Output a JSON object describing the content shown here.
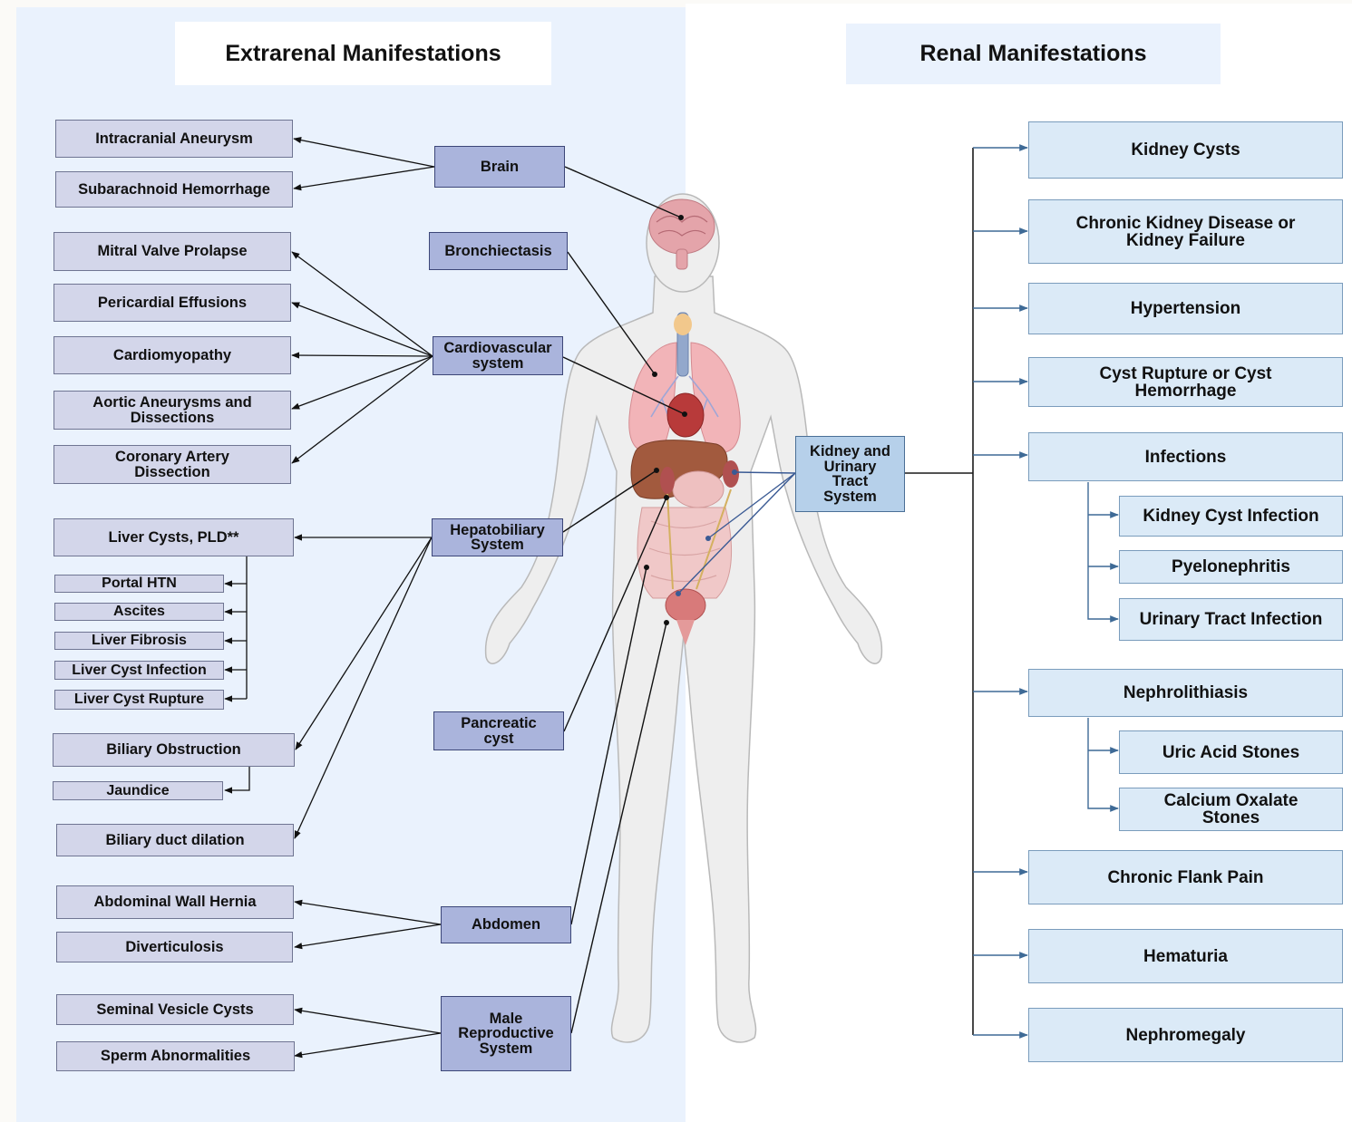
{
  "headers": {
    "extrarenal": "Extrarenal Manifestations",
    "renal": "Renal Manifestations"
  },
  "extrarenal": {
    "categories": {
      "brain": "Brain",
      "bronchiectasis": "Bronchiectasis",
      "cardiovascular": "Cardiovascular system",
      "hepatobiliary": "Hepatobiliary System",
      "pancreatic": "Pancreatic cyst",
      "abdomen": "Abdomen",
      "male_repro": "Male Reproductive System"
    },
    "brain_items": [
      "Intracranial Aneurysm",
      "Subarachnoid Hemorrhage"
    ],
    "cardio_items": [
      "Mitral Valve Prolapse",
      "Pericardial Effusions",
      "Cardiomyopathy",
      "Aortic Aneurysms and Dissections",
      "Coronary Artery Dissection"
    ],
    "liver_main": "Liver Cysts, PLD**",
    "liver_sub": [
      "Portal HTN",
      "Ascites",
      "Liver Fibrosis",
      "Liver Cyst Infection",
      "Liver Cyst Rupture"
    ],
    "biliary": {
      "obstruction": "Biliary Obstruction",
      "jaundice": "Jaundice",
      "dilation": "Biliary duct dilation"
    },
    "abdomen_items": [
      "Abdominal Wall Hernia",
      "Diverticulosis"
    ],
    "repro_items": [
      "Seminal Vesicle Cysts",
      "Sperm Abnormalities"
    ]
  },
  "renal": {
    "kidney_system": "Kidney and Urinary Tract System",
    "items": [
      "Kidney Cysts",
      "Chronic Kidney Disease or Kidney Failure",
      "Hypertension",
      "Cyst Rupture or Cyst Hemorrhage",
      "Infections"
    ],
    "infection_sub": [
      "Kidney Cyst Infection",
      "Pyelonephritis",
      "Urinary Tract Infection"
    ],
    "nephrolithiasis": "Nephrolithiasis",
    "stones_sub": [
      "Uric Acid Stones",
      "Calcium Oxalate Stones"
    ],
    "items_bottom": [
      "Chronic Flank Pain",
      "Hematuria",
      "Nephromegaly"
    ]
  },
  "colors": {
    "left_panel": "#eaf2fd",
    "category_box": "#aab4dc",
    "item_box": "#d3d6ea",
    "kidney_box": "#b6d0ea",
    "renal_box": "#dbeaf7",
    "renal_arrow": "#3e6a96"
  }
}
